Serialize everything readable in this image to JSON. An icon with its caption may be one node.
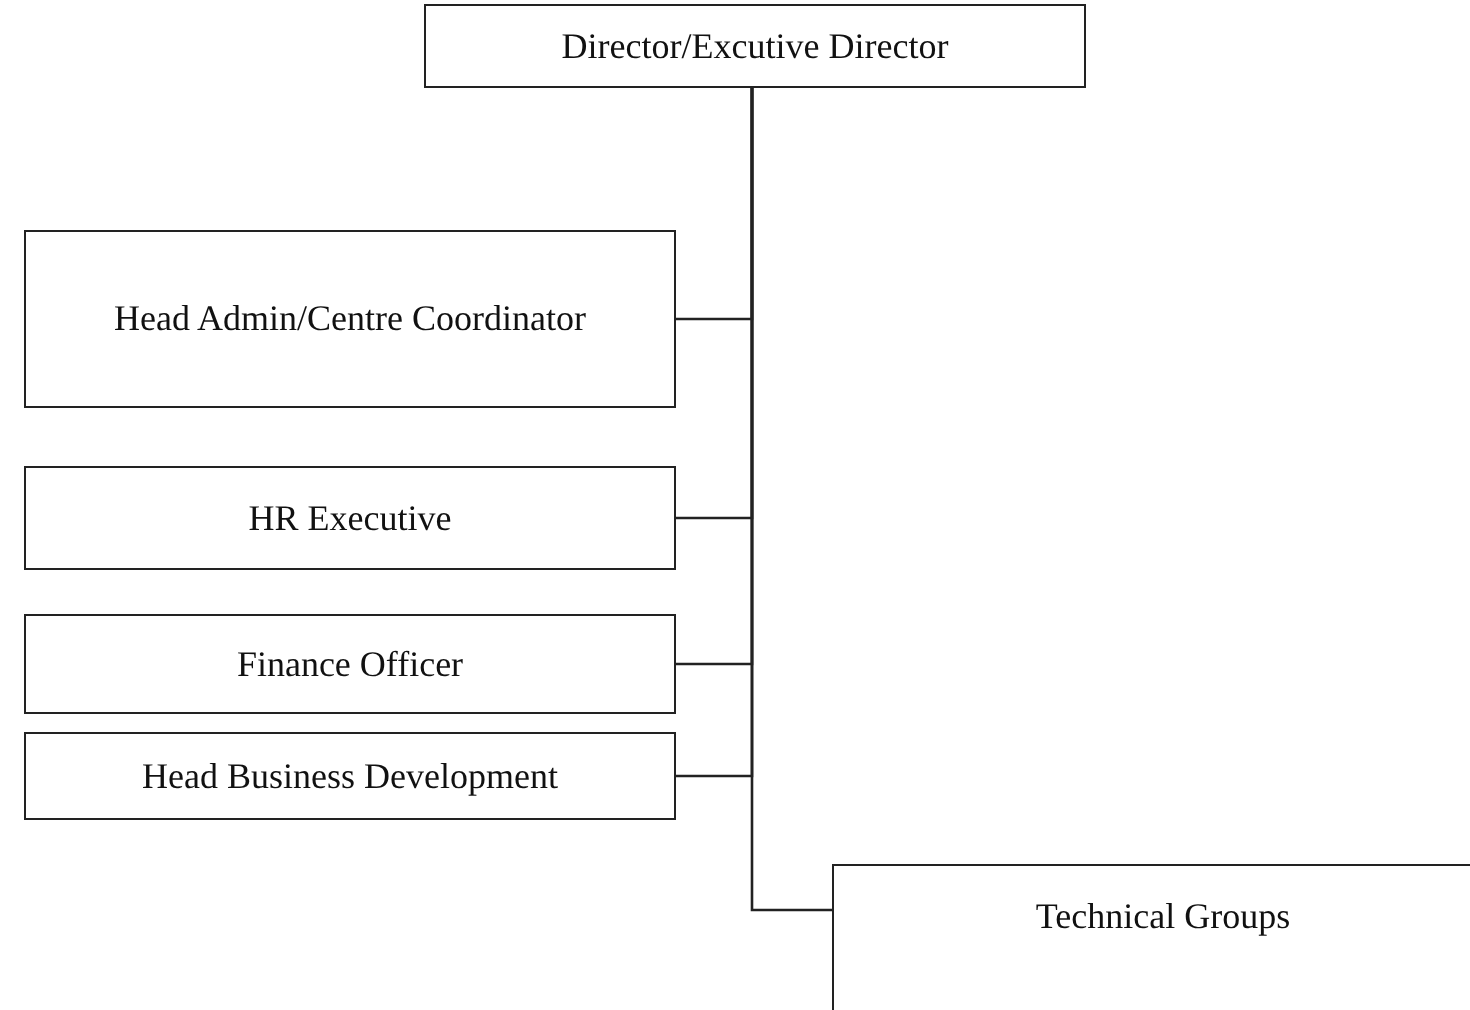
{
  "diagram": {
    "nodes": [
      {
        "text": [
          "Director/Excutive Director"
        ]
      },
      {
        "text": [
          "Head Admin/Centre Coordinator"
        ]
      },
      {
        "text": [
          "HR Executive"
        ]
      },
      {
        "text": [
          "Finance Officer"
        ]
      },
      {
        "text": [
          "Head Business Development"
        ]
      },
      {
        "text": [
          "Technical Groups"
        ]
      }
    ],
    "edges": [
      {
        "from": 0,
        "to": 1,
        "arrow": "none"
      },
      {
        "from": 0,
        "to": 2,
        "arrow": "none"
      },
      {
        "from": 0,
        "to": 3,
        "arrow": "none"
      },
      {
        "from": 0,
        "to": 4,
        "arrow": "none"
      },
      {
        "from": 0,
        "to": 5,
        "arrow": "none"
      }
    ]
  }
}
